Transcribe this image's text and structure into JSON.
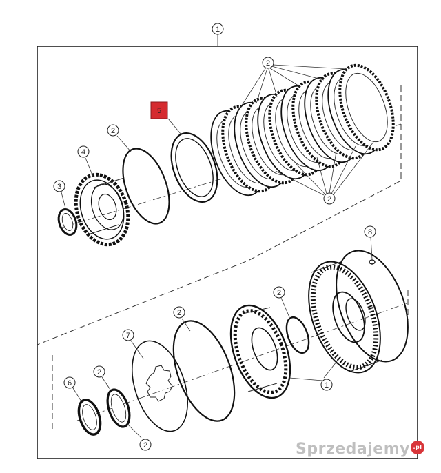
{
  "callouts": {
    "c1_top": "1",
    "c2_discs_top": "2",
    "c2_discs_bottom": "2",
    "c2_ring_upper": "2",
    "c3": "3",
    "c4": "4",
    "c5": "5",
    "c2_ring_lower_mid": "2",
    "c2_ring_lower_right": "2",
    "c1_lower": "1",
    "c8": "8",
    "c7": "7",
    "c6": "6",
    "c2_snap_upper": "2",
    "c2_snap_lower": "2"
  },
  "highlight_color": "#d52b2f",
  "watermark": {
    "text": "Sprzedajemy",
    "suffix": ".pl"
  }
}
